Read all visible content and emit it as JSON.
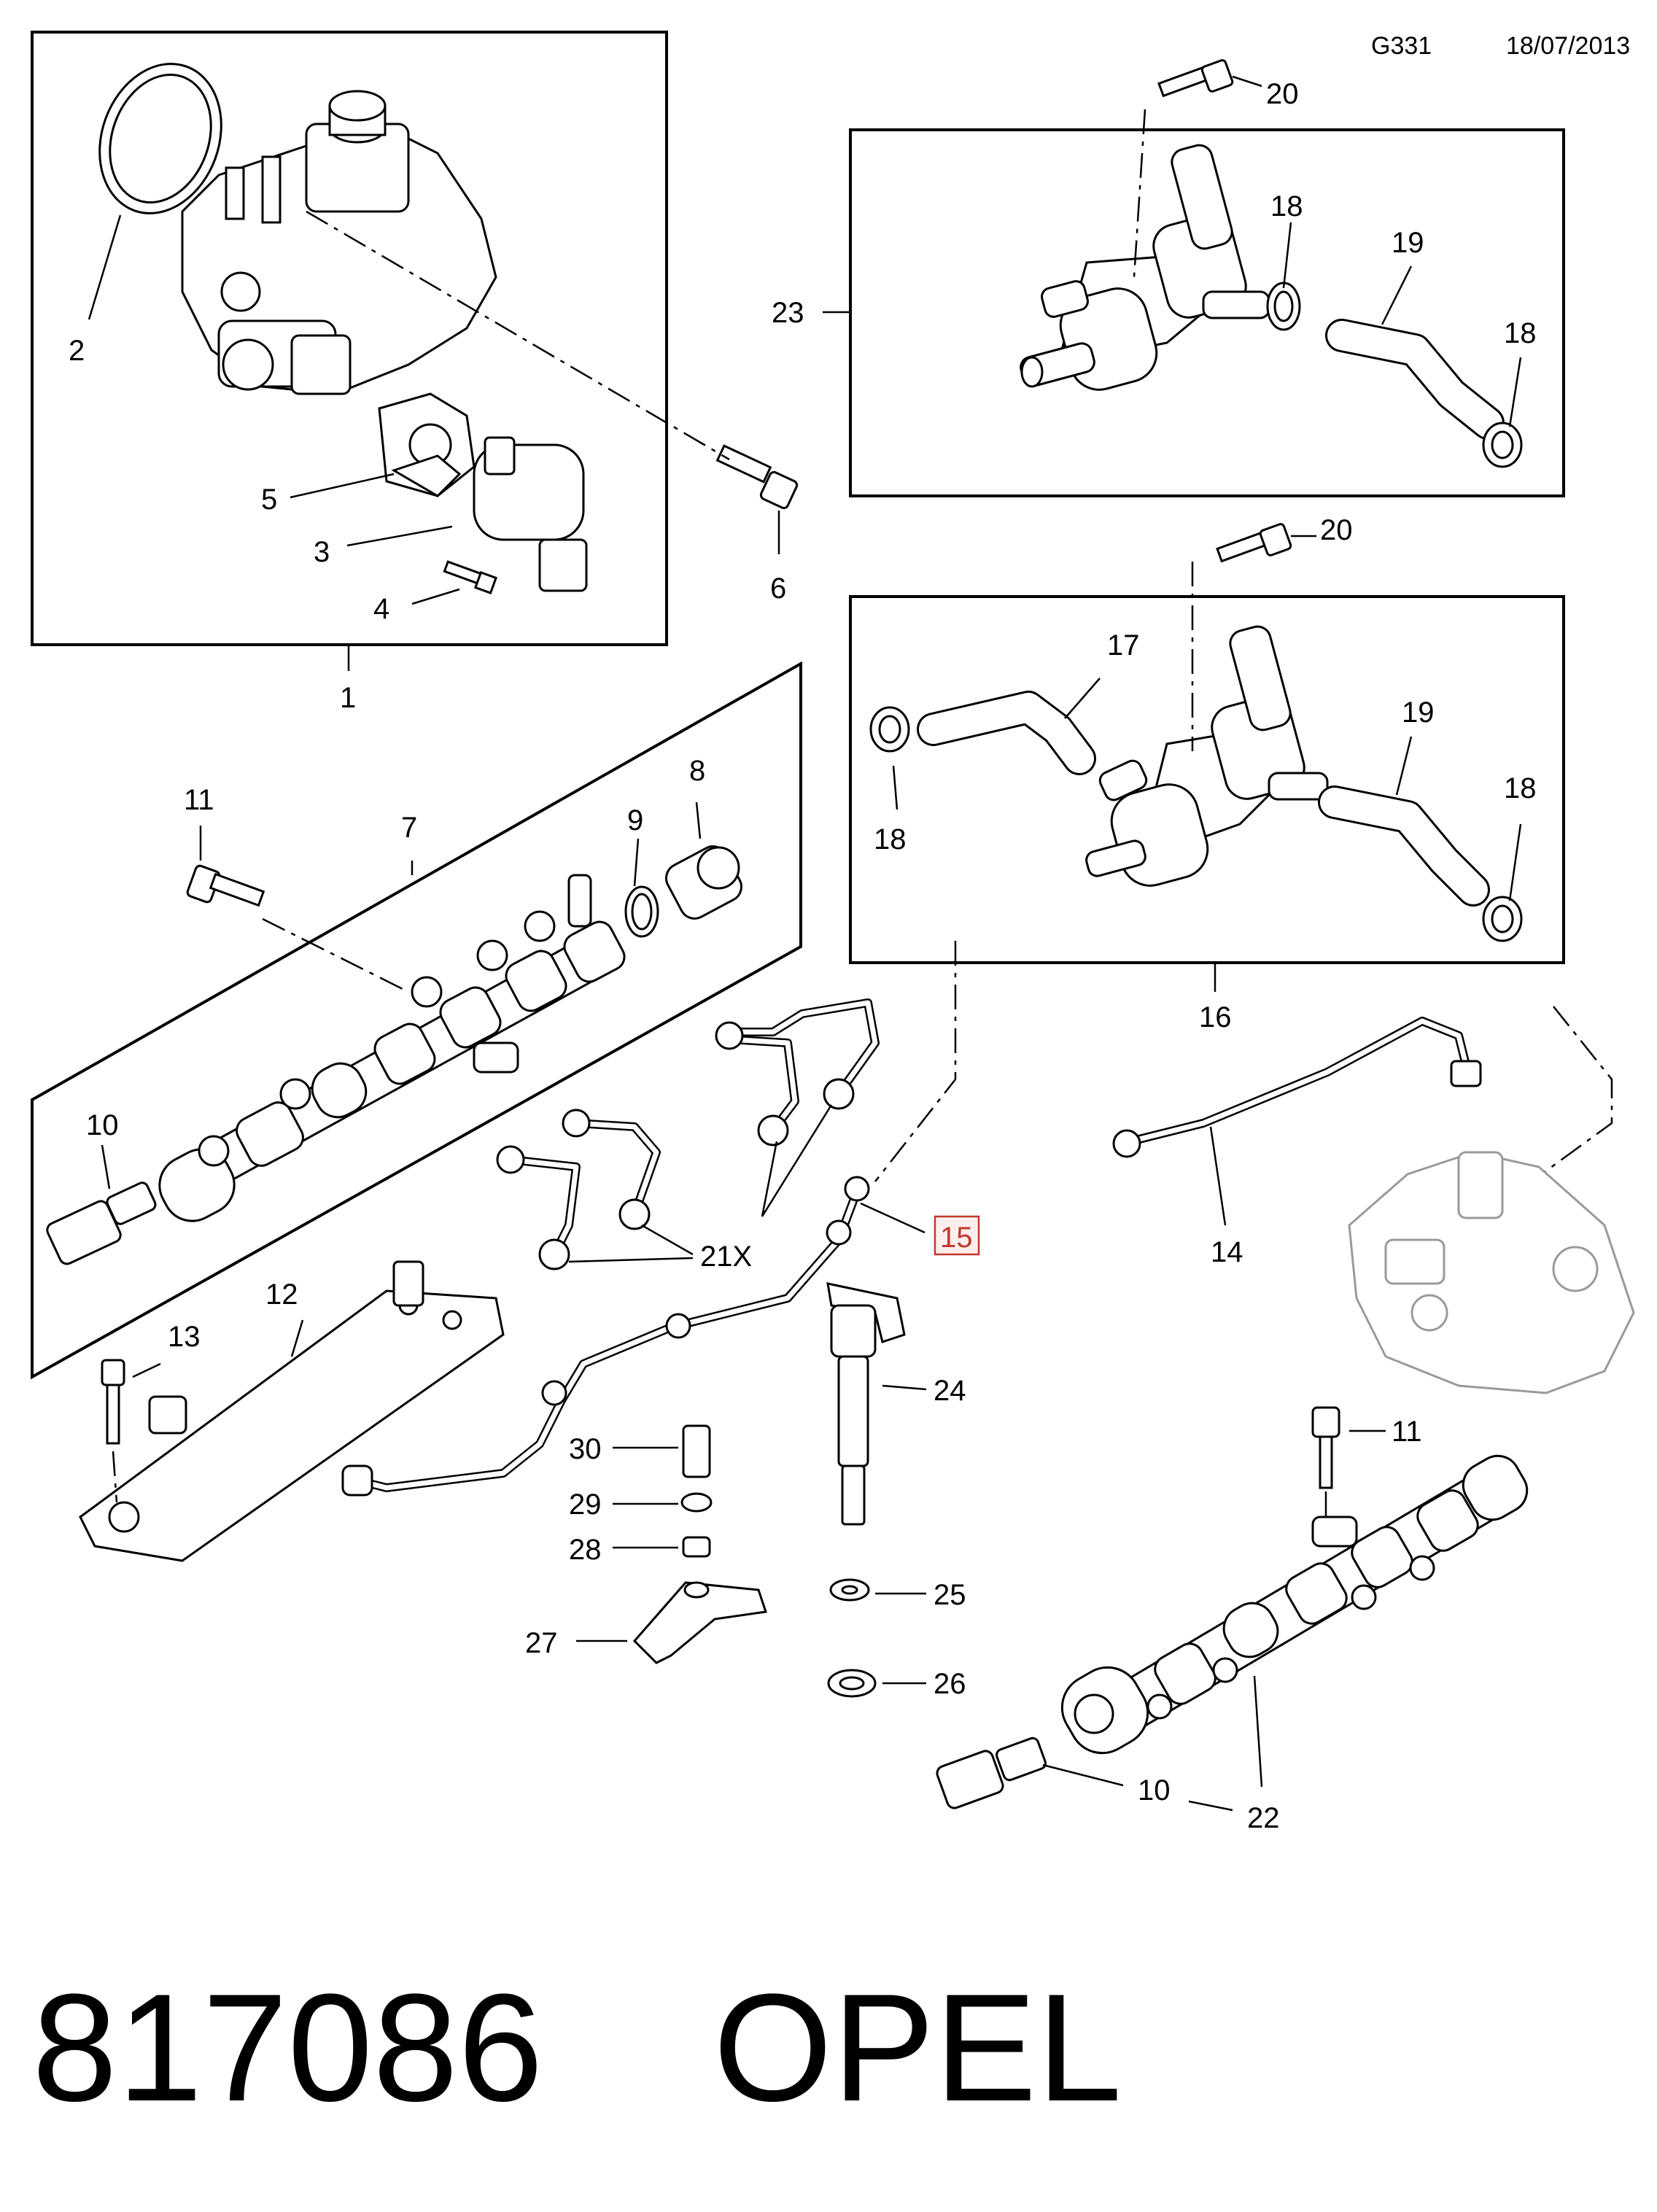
{
  "header": {
    "drawing_code": "G331",
    "date": "18/07/2013"
  },
  "callouts": {
    "c1": "1",
    "c2": "2",
    "c3": "3",
    "c4": "4",
    "c5": "5",
    "c6": "6",
    "c7": "7",
    "c8": "8",
    "c9": "9",
    "c10a": "10",
    "c10b": "10",
    "c11a": "11",
    "c11b": "11",
    "c12": "12",
    "c13": "13",
    "c14": "14",
    "c15": "15",
    "c16": "16",
    "c17": "17",
    "c18a": "18",
    "c18b": "18",
    "c18c": "18",
    "c18d": "18",
    "c19a": "19",
    "c19b": "19",
    "c20a": "20",
    "c20b": "20",
    "c21": "21X",
    "c22": "22",
    "c23": "23",
    "c24": "24",
    "c25": "25",
    "c26": "26",
    "c27": "27",
    "c28": "28",
    "c29": "29",
    "c30": "30"
  },
  "highlight": {
    "part": "15",
    "color": "#c0392b"
  },
  "footer": {
    "part_number": "817086",
    "brand": "OPEL"
  }
}
